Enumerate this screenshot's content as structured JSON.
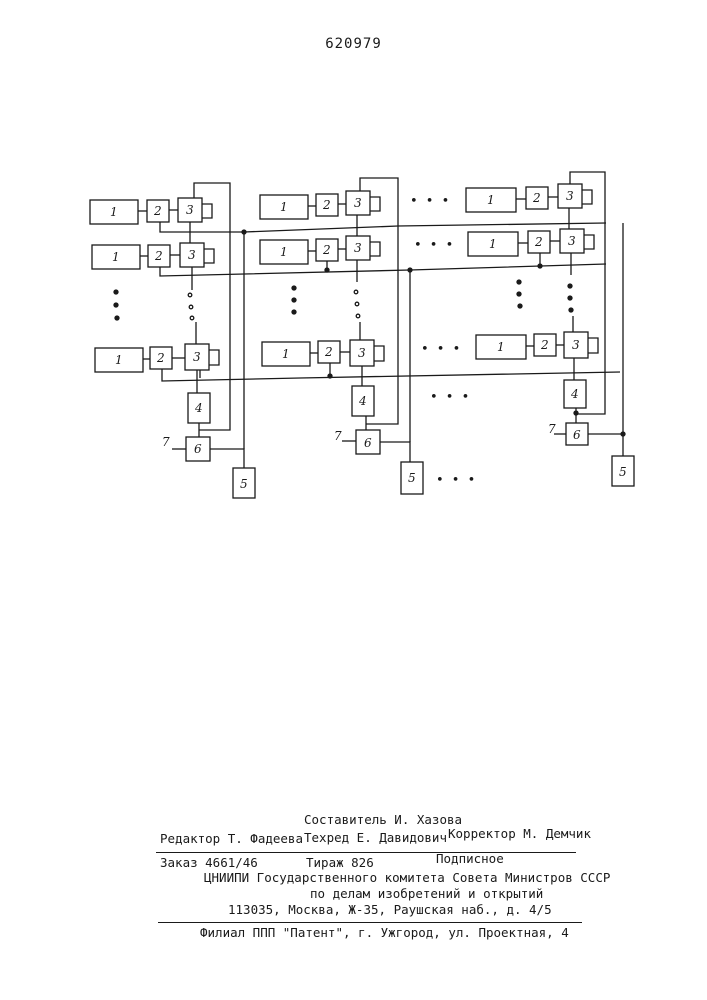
{
  "patent_number": "620979",
  "diagram": {
    "block_labels": {
      "b1": "1",
      "b2": "2",
      "b3": "3",
      "b4": "4",
      "b5": "5",
      "b6": "6",
      "input7": "7"
    },
    "ellipsis": "• • •"
  },
  "imprint": {
    "compiler": "Составитель И. Хазова",
    "editor": "Редактор Т. Фадеева",
    "techred": "Техред Е. Давидович",
    "corrector": "Корректор М. Демчик",
    "order": "Заказ 4661/46",
    "circulation": "Тираж 826",
    "subscription": "Подписное",
    "institute": "ЦНИИПИ Государственного комитета Совета Министров СССР",
    "affairs": "по делам изобретений и открытий",
    "address": "113035, Москва, Ж-35, Раушская наб., д. 4/5",
    "branch": "Филиал ППП \"Патент\", г. Ужгород, ул. Проектная, 4"
  }
}
